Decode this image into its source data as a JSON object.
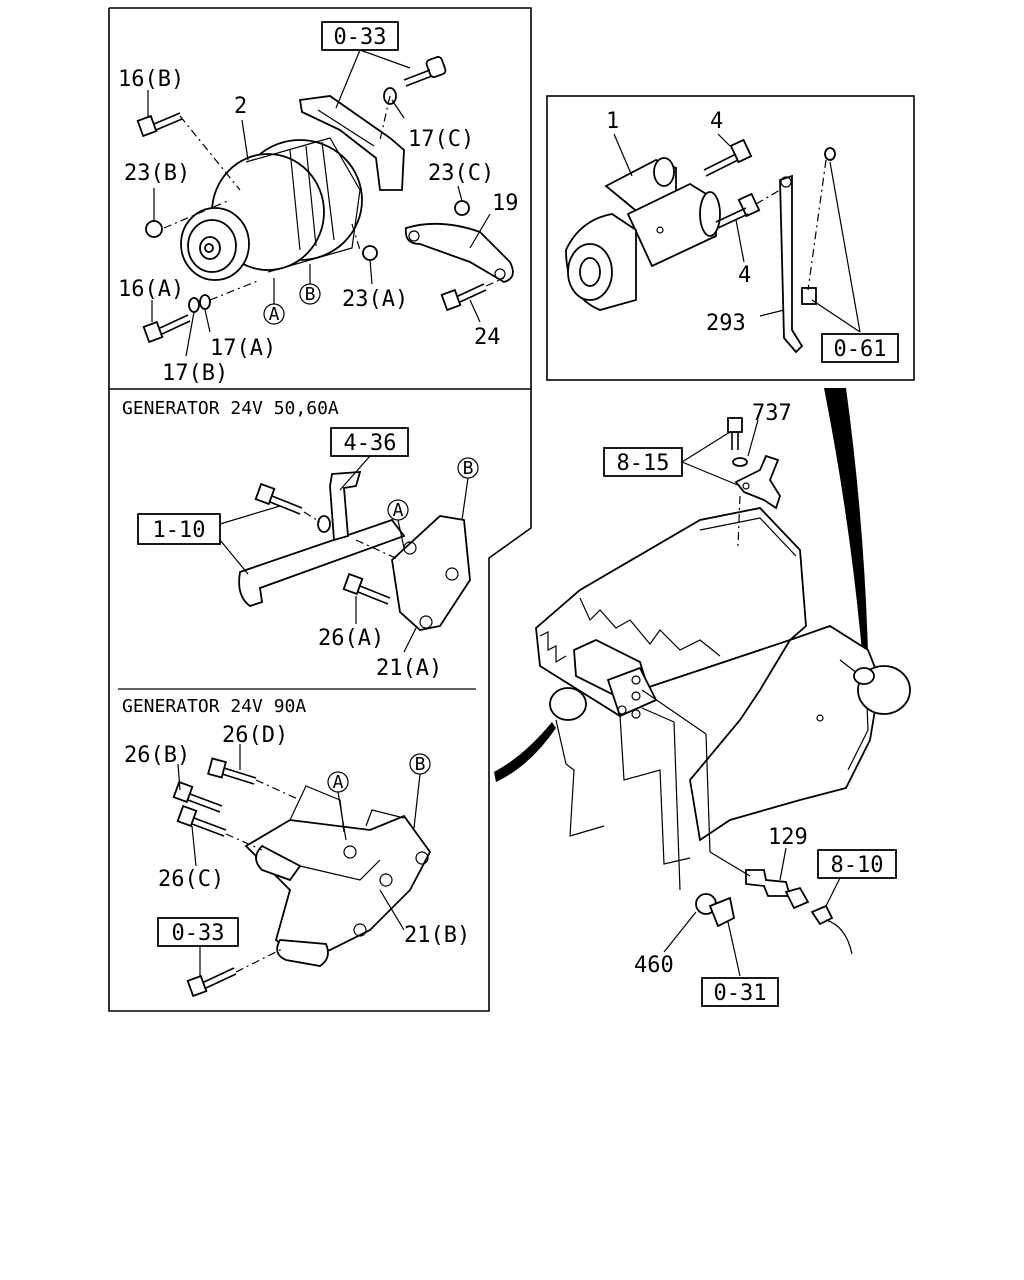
{
  "panel_alternator": {
    "ref_0_33_top": "0-33",
    "lbl_16B": "16(B)",
    "lbl_2": "2",
    "lbl_17C": "17(C)",
    "lbl_23B": "23(B)",
    "lbl_23C": "23(C)",
    "lbl_19": "19",
    "lbl_16A": "16(A)",
    "lbl_23A": "23(A)",
    "lbl_24": "24",
    "lbl_17A": "17(A)",
    "lbl_17B": "17(B)",
    "circle_A": "A",
    "circle_B": "B"
  },
  "panel_50_60A": {
    "heading": "GENERATOR 24V 50,60A",
    "ref_4_36": "4-36",
    "ref_1_10": "1-10",
    "lbl_26A": "26(A)",
    "lbl_21A": "21(A)",
    "circle_A": "A",
    "circle_B": "B"
  },
  "panel_90A": {
    "heading": "GENERATOR 24V 90A",
    "lbl_26B": "26(B)",
    "lbl_26D": "26(D)",
    "lbl_26C": "26(C)",
    "lbl_21B": "21(B)",
    "ref_0_33": "0-33",
    "circle_A": "A",
    "circle_B": "B"
  },
  "panel_starter": {
    "lbl_1": "1",
    "lbl_4_top": "4",
    "lbl_4_bottom": "4",
    "lbl_293": "293",
    "ref_0_61": "0-61"
  },
  "engine": {
    "lbl_737": "737",
    "ref_8_15": "8-15",
    "lbl_129": "129",
    "ref_8_10": "8-10",
    "lbl_460": "460",
    "ref_0_31": "0-31"
  }
}
